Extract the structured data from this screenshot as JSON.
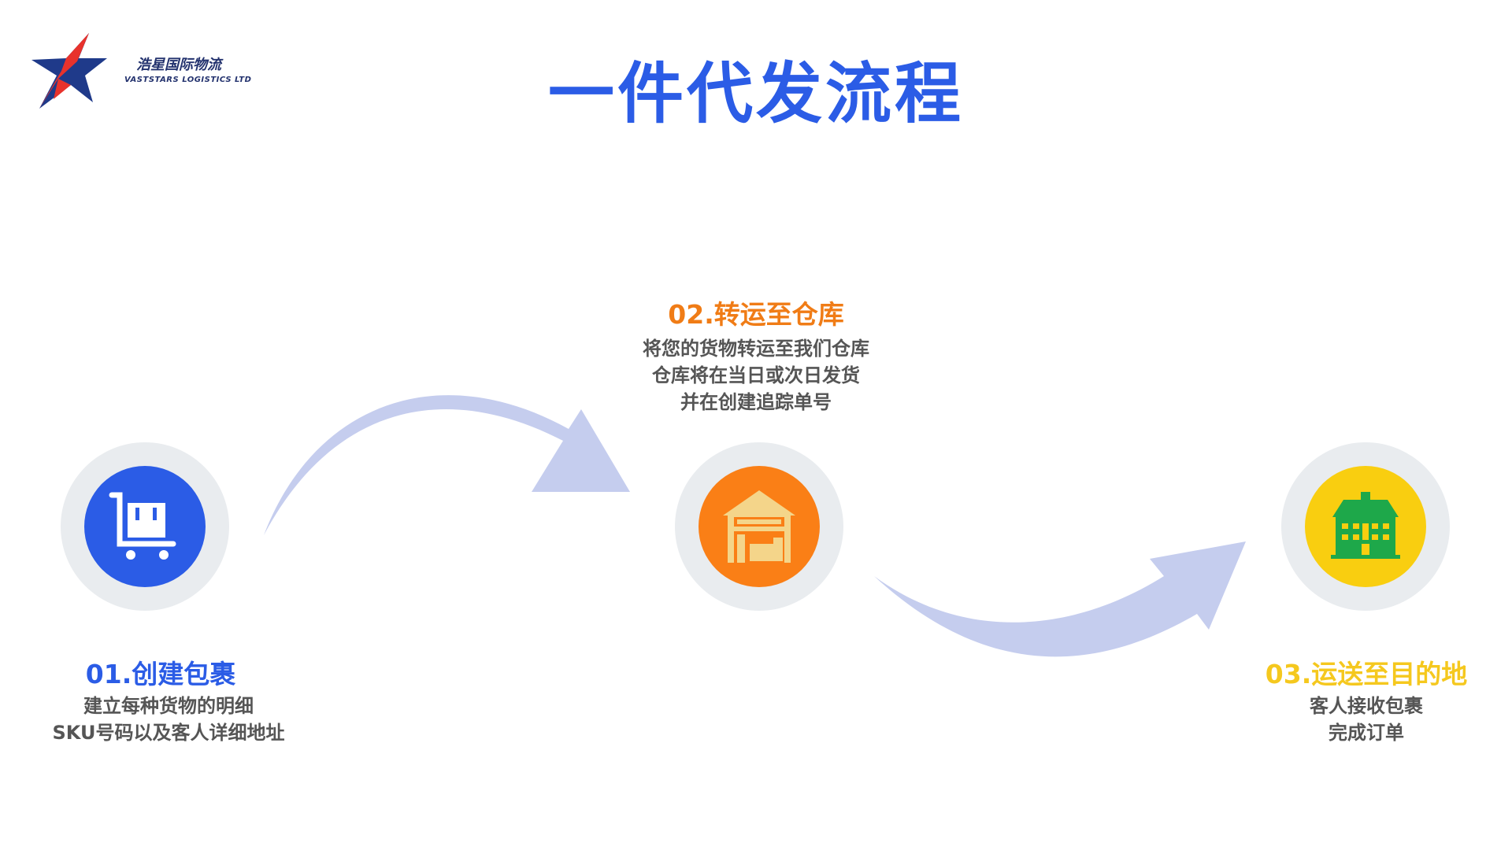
{
  "logo": {
    "name_cn": "浩星国际物流",
    "name_en": "VASTSTARS LOGISTICS LTD"
  },
  "title": "一件代发流程",
  "colors": {
    "title": "#2b5ce6",
    "step1": "#2b5ce6",
    "step2": "#f07c16",
    "step3": "#f5c81e",
    "arrow": "#c5cdee",
    "description": "#555555"
  },
  "steps": [
    {
      "title": "01.创建包裹",
      "lines": [
        "建立每种货物的明细",
        "SKU号码以及客人详细地址"
      ],
      "icon": "luggage-cart-icon"
    },
    {
      "title": "02.转运至仓库",
      "lines": [
        "将您的货物转运至我们仓库",
        "仓库将在当日或次日发货",
        "并在创建追踪单号"
      ],
      "icon": "warehouse-icon"
    },
    {
      "title": "03.运送至目的地",
      "lines": [
        "客人接收包裹",
        "完成订单"
      ],
      "icon": "building-icon"
    }
  ]
}
